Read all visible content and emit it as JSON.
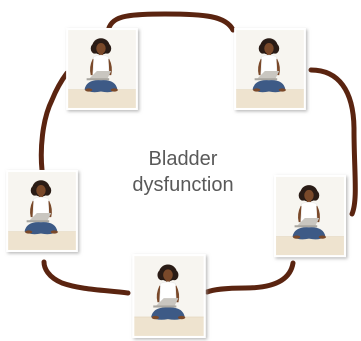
{
  "center": {
    "line1": "Bladder",
    "line2": "dysfunction"
  },
  "connector_color": "#5a2410",
  "photo": {
    "subject": "woman-with-laptop",
    "count": 5,
    "frame_color": "#ffffff",
    "shadow_color": "#b8b8b8",
    "backdrop_color": "#f7f5f0",
    "floor_color": "#eee3cf",
    "skin_color": "#7a4a2c",
    "hair_color": "#2a1a12",
    "shirt_color": "#ffffff",
    "jeans_color": "#3d5a86",
    "laptop_color": "#c9c6c0"
  }
}
